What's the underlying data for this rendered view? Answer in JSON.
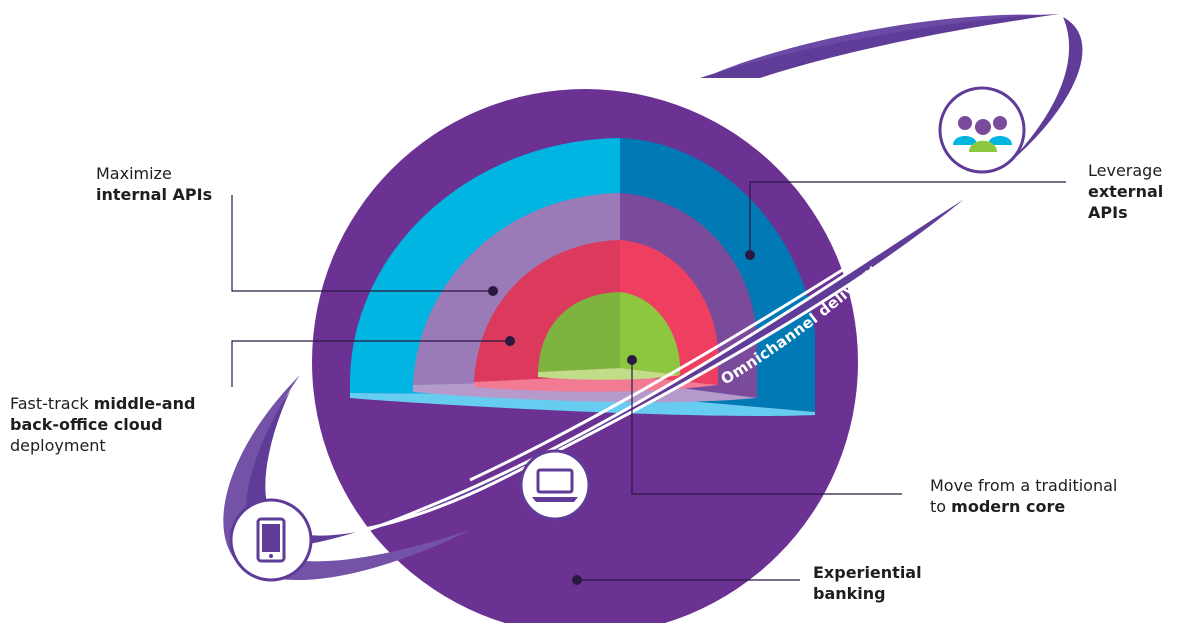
{
  "labels": {
    "internal_apis": {
      "line1": "Maximize",
      "line2_bold": "internal APIs"
    },
    "external_apis": {
      "line1": "Leverage",
      "line2_bold": "external APIs"
    },
    "cloud": {
      "prefix": "Fast-track ",
      "bold1": "middle-and",
      "bold2": "back-office cloud",
      "line3": "deployment"
    },
    "core": {
      "line1": "Move from a traditional",
      "line2_prefix": "to ",
      "line2_bold": "modern core"
    },
    "experiential": {
      "line1_bold": "Experiential",
      "line2_bold": "banking"
    }
  },
  "ribbon_text": "Omnichannel delivery",
  "icons": [
    "people-icon",
    "laptop-icon",
    "tablet-icon"
  ],
  "colors": {
    "planet": "#6b3293",
    "ribbon": "#5f3c97",
    "ribbon_stroke": "#ffffff",
    "cyan_left": "#00b5e2",
    "cyan_right": "#0079b4",
    "lavender_left": "#9b7ab8",
    "lavender_right": "#7a4a9b",
    "red_left": "#dc3a5c",
    "red_right": "#ee3f60",
    "green_left": "#7db33e",
    "green_right": "#8dc63f",
    "leader": "#2a1840",
    "text": "#1e1e1e"
  }
}
